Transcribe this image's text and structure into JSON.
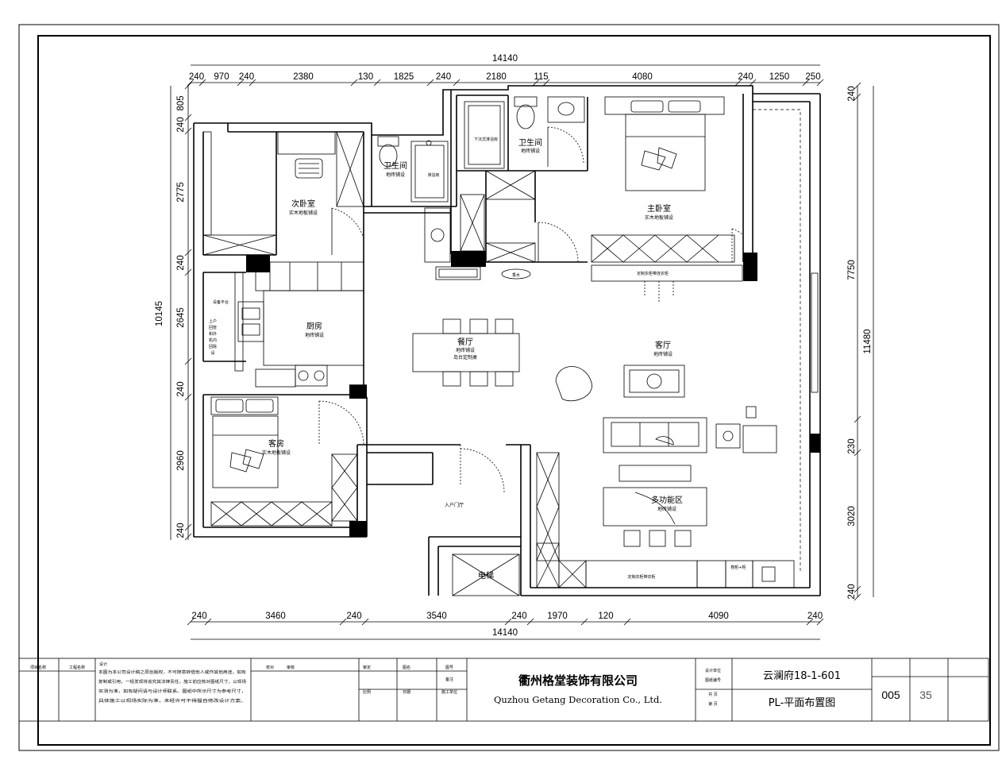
{
  "dimensions": {
    "top_total": "14140",
    "top_segments": [
      "240",
      "970",
      "240",
      "2380",
      "130",
      "1825",
      "240",
      "2180",
      "115",
      "4080",
      "240",
      "1250",
      "250"
    ],
    "bottom_total": "14140",
    "bottom_segments": [
      "240",
      "3460",
      "240",
      "3540",
      "240",
      "1970",
      "120",
      "4090",
      "240"
    ],
    "left_total": "10145",
    "left_segments": [
      "805",
      "240",
      "2775",
      "240",
      "2645",
      "240",
      "2960",
      "240"
    ],
    "right_segments": [
      "240",
      "7750",
      "230",
      "3020",
      "240"
    ],
    "right_total": "11480"
  },
  "rooms": {
    "second_bedroom": "次卧室",
    "second_bedroom_floor": "实木地板铺设",
    "bath1": "卫生间",
    "bath1_floor": "地砖铺设",
    "shower1": "淋浴房",
    "bath2": "卫生间",
    "bath2_floor": "地砖铺设",
    "shower2": "下沉式淋浴房",
    "master_bedroom": "主卧室",
    "master_floor": "实木地板铺设",
    "kitchen": "厨房",
    "kitchen_floor": "地砖铺设",
    "dining": "餐厅",
    "dining_floor": "地砖铺设",
    "dining_note": "岛台定制桌",
    "living": "客厅",
    "living_floor": "地砖铺设",
    "guest": "客房",
    "guest_floor": "实木地板铺设",
    "entrance": "入户门厅",
    "elevator": "电梯",
    "multi": "多功能区",
    "multi_floor": "地砖铺设",
    "equipment": "设备平台",
    "kitchen_side_note": [
      "上户",
      "回管",
      "和外",
      "机内",
      "回除",
      "设"
    ],
    "wardrobe_note": "定制衣柜带挂衣柜",
    "cabinet_note": "定制衣柜带衣柜",
    "shoe_note": "鞋柜+柜",
    "round_table": "香水"
  },
  "title_block": {
    "company_cn": "衢州格堂装饰有限公司",
    "company_en": "Quzhou Getang Decoration Co., Ltd.",
    "project": "云澜府18-1-601",
    "drawing": "PL-平面布置图",
    "number": "005",
    "sheet": "35",
    "notes_lines": [
      "本图为本公司设计稿之原创版权，不可随意转借他人或作其他用途，如有",
      "复制或引用，一经发现将追究其法律责任，施工前应核对图纸尺寸，以现场",
      "实测为准，如有疑问请与设计师联系。图纸中所示尺寸为参考尺寸，",
      "具体施工以现场实际为准，未经许可不得擅自修改设计方案。"
    ],
    "small_labels": [
      "项目名称",
      "工程名称",
      "设计",
      "校对",
      "审核",
      "审定",
      "图名",
      "图号",
      "比例",
      "日期",
      "备注",
      "施工单位",
      "设计单位",
      "图纸编号",
      "共  页",
      "第  页"
    ]
  }
}
